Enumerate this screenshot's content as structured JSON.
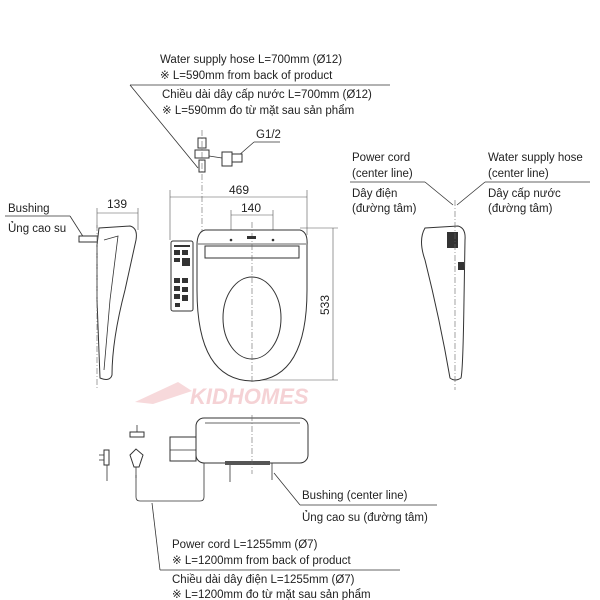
{
  "water_hose_note": {
    "en_line1": "Water supply hose L=700mm (Ø12)",
    "en_line2": "※ L=590mm from back of product",
    "vi_line1": "Chiều dài dây cấp nước L=700mm (Ø12)",
    "vi_line2": "※ L=590mm đo từ mặt sau sản phẩm"
  },
  "fitting_label": "G1/2",
  "dimensions": {
    "width": "469",
    "bolt_spacing": "140",
    "depth": "533",
    "side_offset": "139"
  },
  "bushing_left": {
    "en": "Bushing",
    "vi": "Ủng cao su"
  },
  "power_cord_center": {
    "en1": "Power cord",
    "en2": "(center line)",
    "vi1": "Dây điện",
    "vi2": "(đường tâm)"
  },
  "water_hose_center": {
    "en1": "Water supply hose",
    "en2": "(center line)",
    "vi1": "Dây cấp nước",
    "vi2": "(đường tâm)"
  },
  "bushing_bottom": {
    "en": "Bushing (center line)",
    "vi": "Ủng cao su (đường tâm)"
  },
  "power_cord_note": {
    "en_line1": "Power cord L=1255mm (Ø7)",
    "en_line2": "※ L=1200mm from back of product",
    "vi_line1": "Chiều dài dây điện L=1255mm (Ø7)",
    "vi_line2": "※ L=1200mm đo từ mặt sau sản phẩm"
  },
  "watermark": "KIDHOMES"
}
